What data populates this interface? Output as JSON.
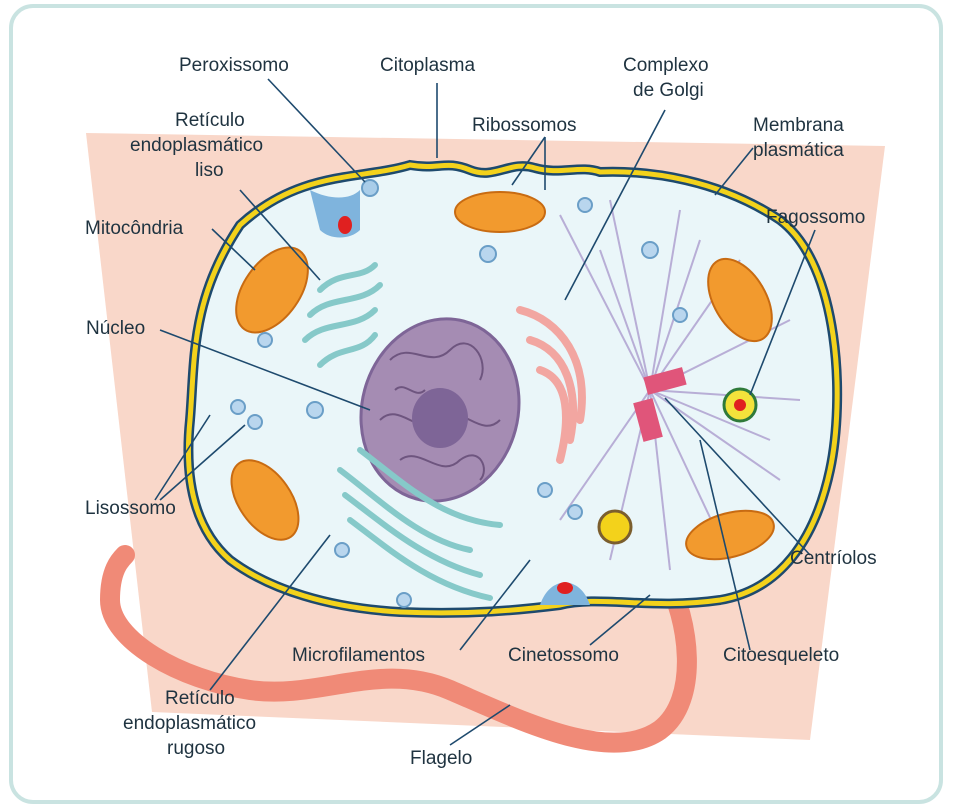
{
  "labels": {
    "peroxissomo": "Peroxissomo",
    "citoplasma": "Citoplasma",
    "complexo_golgi_1": "Complexo",
    "complexo_golgi_2": "de Golgi",
    "reticulo_liso_1": "Retículo",
    "reticulo_liso_2": "endoplasmático",
    "reticulo_liso_3": "liso",
    "ribossomos": "Ribossomos",
    "membrana_1": "Membrana",
    "membrana_2": "plasmática",
    "mitocondria": "Mitocôndria",
    "fagossomo": "Fagossomo",
    "nucleo": "Núcleo",
    "lisossomo": "Lisossomo",
    "centriolos": "Centríolos",
    "microfilamentos": "Microfilamentos",
    "cinetossomo": "Cinetossomo",
    "citoesqueleto": "Citoesqueleto",
    "reticulo_rugoso_1": "Retículo",
    "reticulo_rugoso_2": "endoplasmático",
    "reticulo_rugoso_3": "rugoso",
    "flagelo": "Flagelo"
  },
  "colors": {
    "frame_border": "#c9e3e1",
    "background_panel": "#f9d7c9",
    "cytoplasm": "#eaf6f9",
    "membrane_outer": "#1e4a6e",
    "membrane_yellow": "#f3d21b",
    "nucleus": "#a58cb3",
    "nucleolus": "#7e6597",
    "mitochondria": "#f29a2e",
    "golgi": "#f2a6a1",
    "er": "#86c9c9",
    "flagellum": "#f08a77",
    "leader_line": "#1e4a6e"
  }
}
